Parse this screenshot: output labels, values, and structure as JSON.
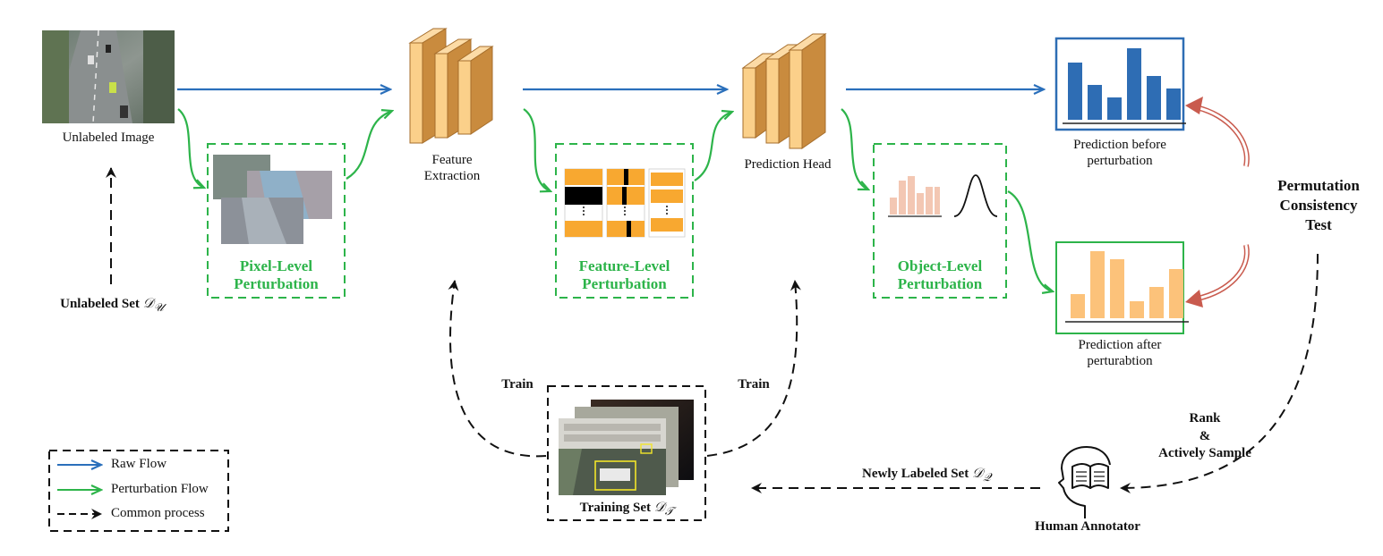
{
  "labels": {
    "unlabeled_image": "Unlabeled Image",
    "unlabeled_set": "Unlabeled Set",
    "unlabeled_set_symbol": "𝒟",
    "unlabeled_set_sub": "𝒰",
    "pixel_perturbation": [
      "Pixel-Level",
      "Perturbation"
    ],
    "feature_extraction": [
      "Feature",
      "Extraction"
    ],
    "feature_perturbation": [
      "Feature-Level",
      "Perturbation"
    ],
    "prediction_head": "Prediction Head",
    "object_perturbation": [
      "Object-Level",
      "Perturbation"
    ],
    "prediction_before": [
      "Prediction before",
      "perturbation"
    ],
    "prediction_after": [
      "Prediction after",
      "perturabtion"
    ],
    "consistency_test": [
      "Permutation",
      "Consistency",
      "Test"
    ],
    "rank_sample": [
      "Rank",
      "&",
      "Actively Sample"
    ],
    "human_annotator": "Human Annotator",
    "newly_labeled_set": "Newly Labeled Set",
    "newly_labeled_symbol": "𝒟",
    "newly_labeled_sub": "𝒬",
    "training_set": "Training Set",
    "training_set_symbol": "𝒟",
    "training_set_sub": "𝒯",
    "train_left": "Train",
    "train_right": "Train"
  },
  "legend": {
    "raw_flow": "Raw Flow",
    "perturbation_flow": "Perturbation Flow",
    "common_process": "Common process"
  },
  "colors": {
    "raw_flow": "#2a6fbb",
    "perturbation_flow": "#2db44a",
    "common_process": "#111111",
    "consistency_arrow": "#c95b4e",
    "block_fill": "#fbd08a",
    "block_side": "#c98b3e",
    "bar_blue": "#2e6db4",
    "bar_orange": "#fcc27a",
    "bar_pink": "#f3c7b3",
    "feature_orange": "#f8a830"
  },
  "icons": {
    "human_annotator": "head-with-book-icon"
  }
}
